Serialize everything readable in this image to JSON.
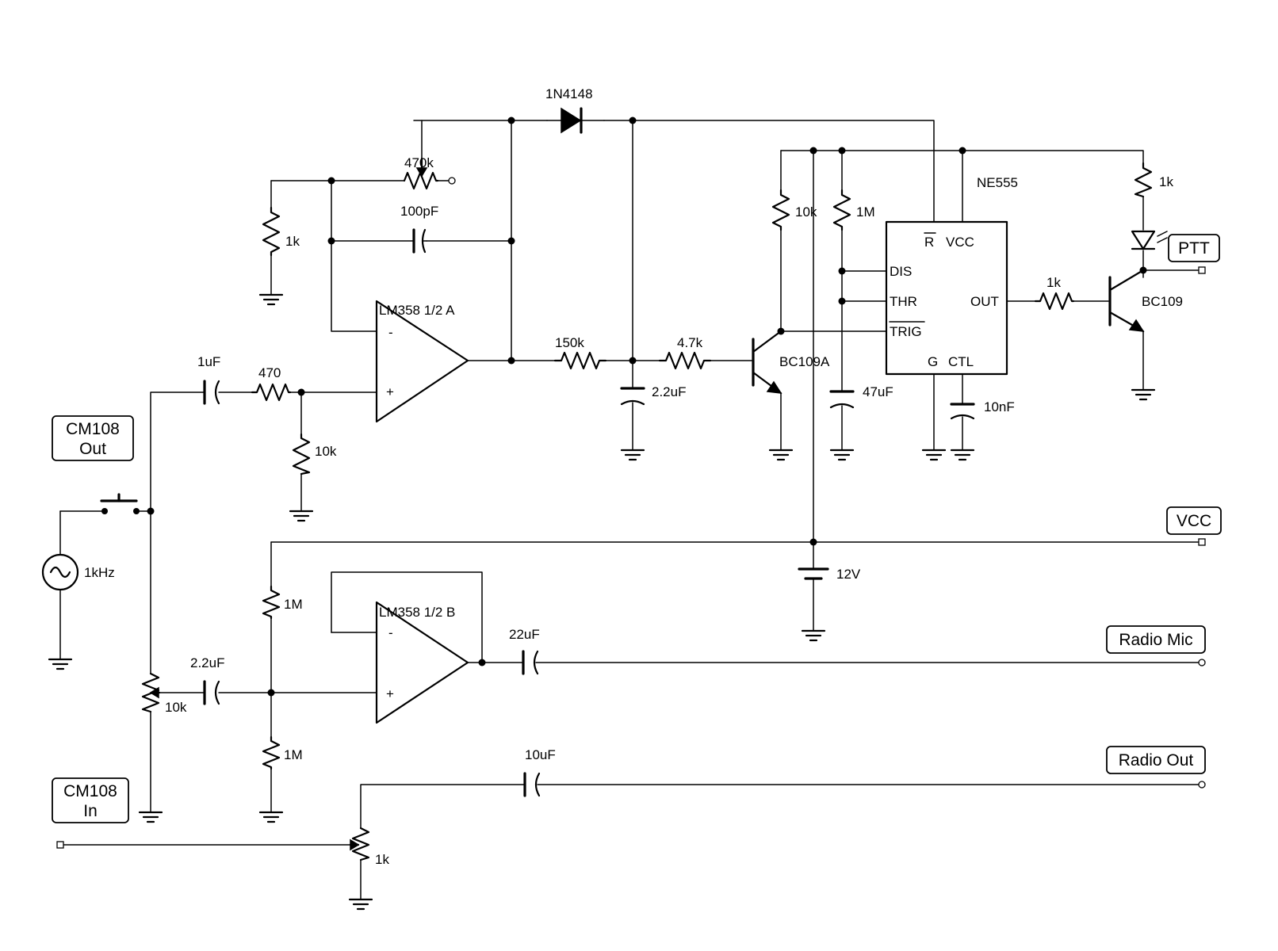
{
  "diagram": {
    "ports": {
      "cm108_out_line1": "CM108",
      "cm108_out_line2": "Out",
      "cm108_in_line1": "CM108",
      "cm108_in_line2": "In",
      "ptt": "PTT",
      "vcc": "VCC",
      "radio_mic": "Radio Mic",
      "radio_out": "Radio Out"
    },
    "components": {
      "diode": "1N4148",
      "pot_feedback": "470k",
      "r_feedback_gnd": "1k",
      "c_feedback": "100pF",
      "opamp_a": "LM358 1/2 A",
      "opamp_b": "LM358 1/2 B",
      "c_input": "1uF",
      "r_input": "470",
      "r_input_gnd": "10k",
      "r_charge": "150k",
      "c_timing": "2.2uF",
      "r_base": "4.7k",
      "q_driver": "BC109A",
      "r_pullup": "10k",
      "r_timer": "1M",
      "c_timer": "47uF",
      "timer_ic": "NE555",
      "c_ctl": "10nF",
      "r_led": "1k",
      "r_ptt_base": "1k",
      "q_ptt": "BC109",
      "source": "1kHz",
      "pot_level": "10k",
      "c_coupling_b": "2.2uF",
      "r_bias_top": "1M",
      "r_bias_bottom": "1M",
      "c_output": "22uF",
      "battery": "12V",
      "c_radio_out": "10uF",
      "pot_radio_out": "1k"
    },
    "ic_pins": {
      "reset": "R",
      "vcc": "VCC",
      "dis": "DIS",
      "thr": "THR",
      "out": "OUT",
      "trig": "TRIG",
      "gnd": "G",
      "ctl": "CTL"
    },
    "opamp_pins": {
      "minus": "-",
      "plus": "+"
    }
  }
}
